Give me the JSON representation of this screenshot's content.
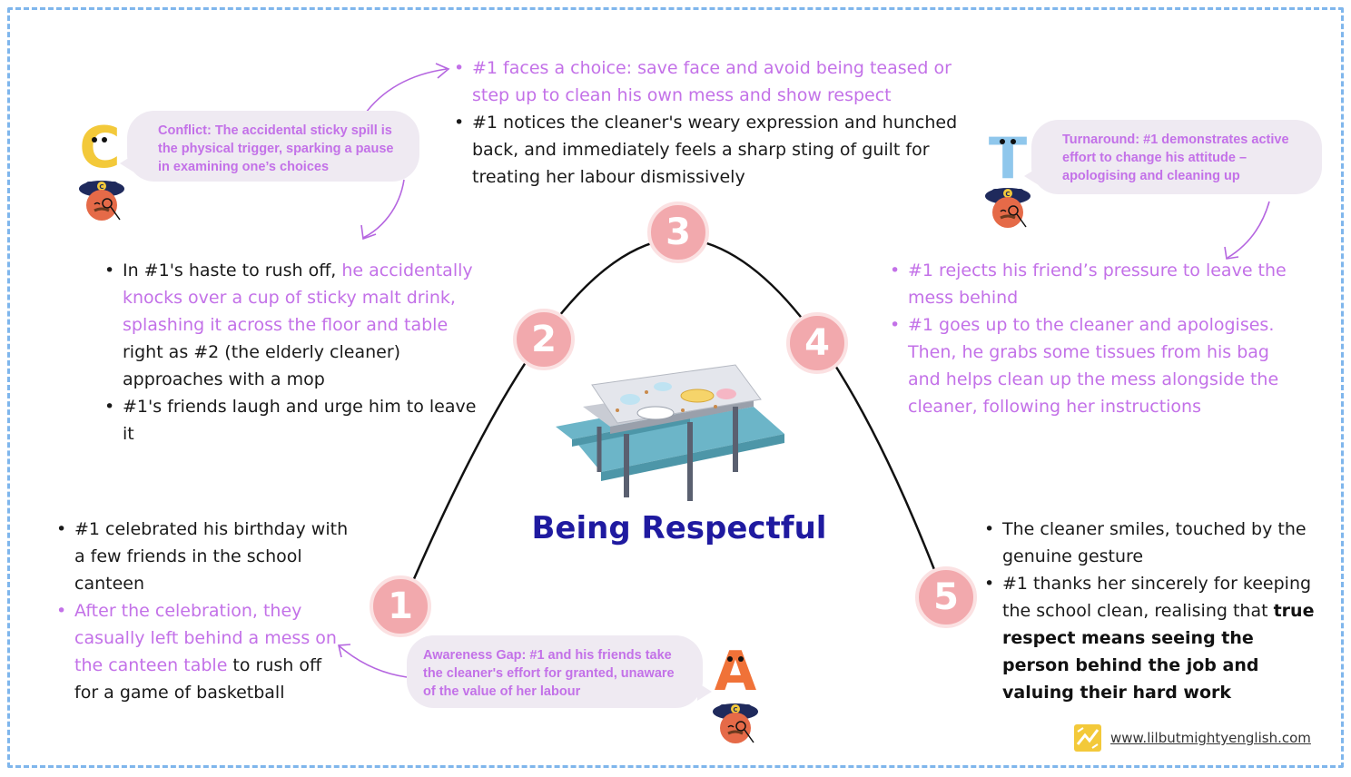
{
  "title": "Being Respectful",
  "stages": [
    {
      "number": "1"
    },
    {
      "number": "2"
    },
    {
      "number": "3"
    },
    {
      "number": "4"
    },
    {
      "number": "5"
    }
  ],
  "stage1": {
    "b1": "#1 celebrated his birthday with a few friends in the school canteen",
    "b2_hl": "After the celebration, they casually left behind a mess on the canteen table",
    "b2_rest": " to rush off for a game of basketball"
  },
  "stage2": {
    "b1_pre": "In #1's haste to rush off, ",
    "b1_hl": "he accidentally knocks over a cup of sticky malt drink, splashing it across the floor and table",
    "b1_post": " right as #2 (the elderly cleaner) approaches with a mop",
    "b2": "#1's friends laugh and urge him to leave it"
  },
  "stage3": {
    "b1_hl": "#1 faces a choice: save face and avoid being teased or step up to clean his own mess and show respect",
    "b2": "#1 notices the cleaner's weary expression and hunched back, and immediately feels a sharp sting of guilt for treating her labour dismissively"
  },
  "stage4": {
    "b1_hl": "#1 rejects his friend’s pressure to leave the mess behind",
    "b2_hl": "#1 goes up to the cleaner and apologises. Then, he grabs some tissues from his bag and helps clean up the mess alongside the cleaner, following her instructions"
  },
  "stage5": {
    "b1": "The cleaner smiles, touched by the genuine gesture",
    "b2_pre": "#1 thanks her sincerely for keeping the school clean, realising that ",
    "b2_bold": "true respect means seeing the person behind the job and valuing their hard work"
  },
  "bubbles": {
    "conflict": "Conflict: The accidental sticky spill is the physical trigger, sparking a pause in examining one’s choices",
    "turnaround": "Turnaround: #1 demonstrates active effort to change his attitude – apologising and cleaning up",
    "awareness": "Awareness Gap: #1 and his friends take the cleaner's effort for granted, unaware of the value of her labour"
  },
  "mascots": {
    "conflict_letter": "C",
    "turnaround_letter": "T",
    "awareness_letter": "A",
    "cap_letter": "C"
  },
  "footer": {
    "url": "www.lilbutmightyenglish.com"
  },
  "colors": {
    "highlight": "#c371e8",
    "stage_fill": "#f2a9ad",
    "title": "#1f1aa0",
    "frame": "#7fb6ec",
    "bubble": "#efeaf2"
  }
}
